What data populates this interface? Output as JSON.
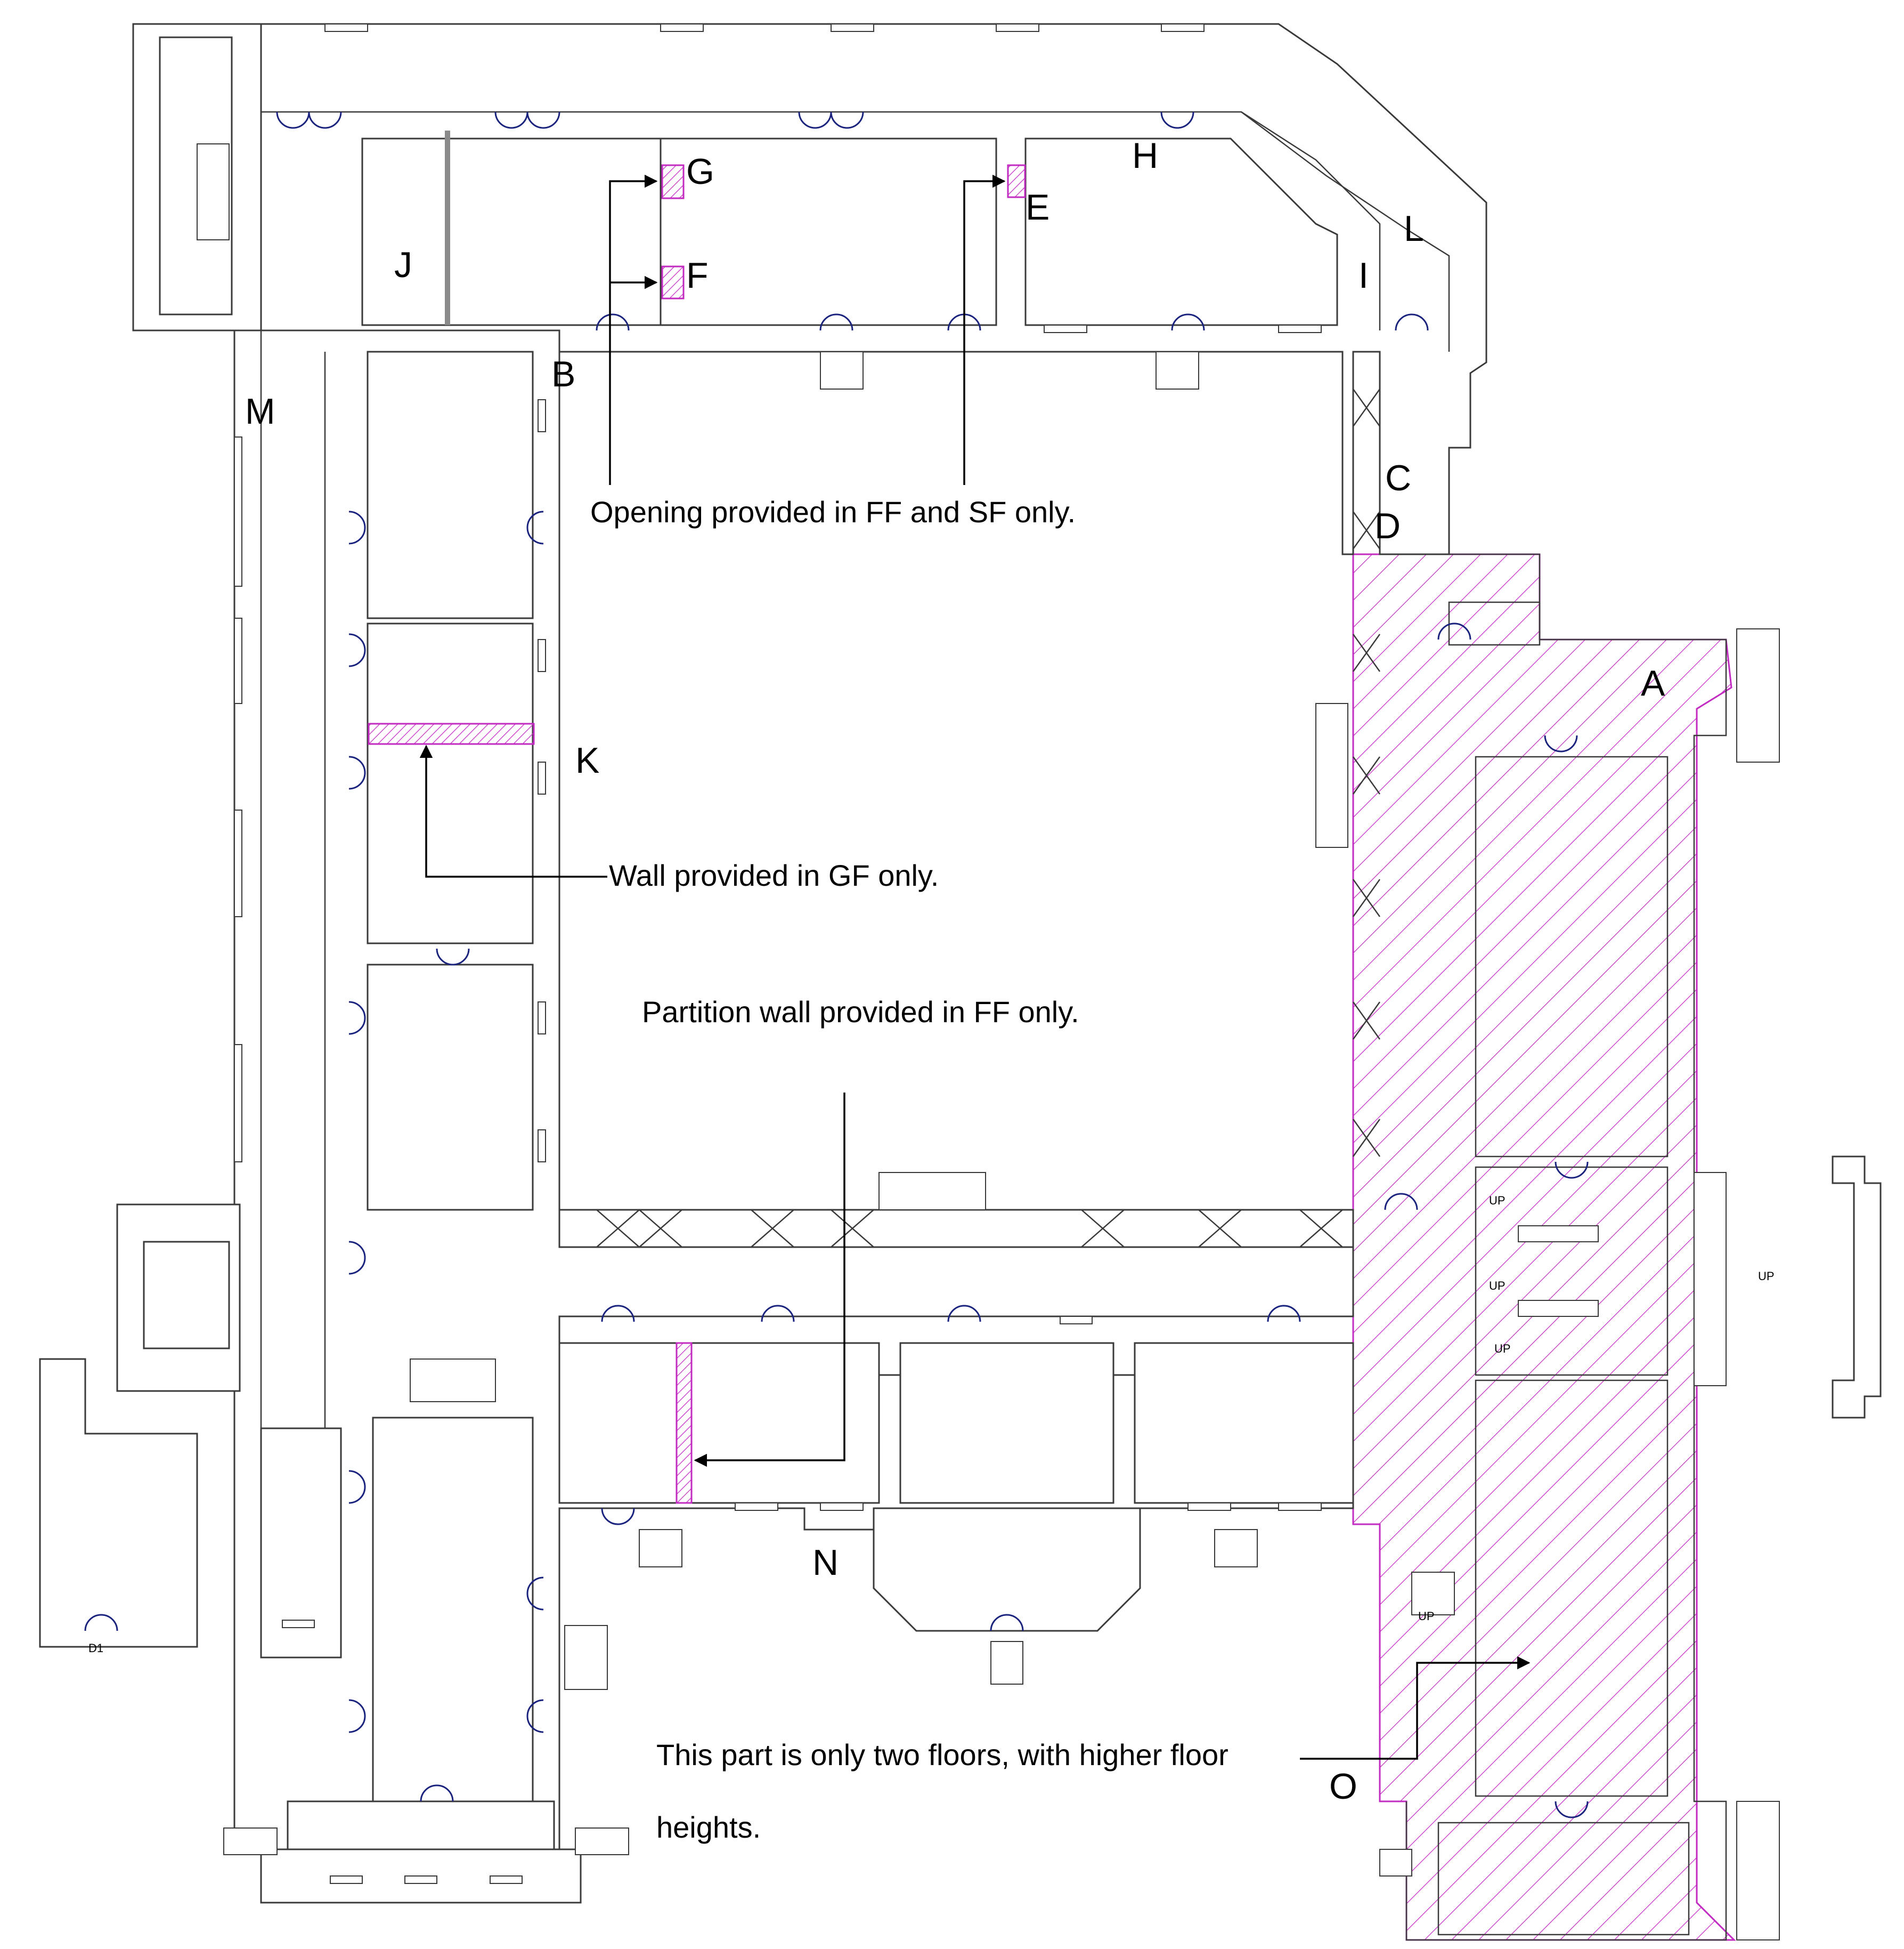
{
  "colors": {
    "wall": "#3a3a3a",
    "door": "#1a237e",
    "highlight": "#c22ac2",
    "text": "#000000"
  },
  "labels": {
    "A": "A",
    "B": "B",
    "C": "C",
    "D": "D",
    "E": "E",
    "F": "F",
    "G": "G",
    "H": "H",
    "I": "I",
    "J": "J",
    "K": "K",
    "L": "L",
    "M": "M",
    "N": "N",
    "O": "O"
  },
  "notes": {
    "opening": "Opening provided in FF and SF only.",
    "wall_gf": "Wall provided in GF only.",
    "partition_ff": "Partition wall provided in FF only.",
    "two_floors_line1": "This part is only two floors, with higher floor",
    "two_floors_line2": "heights."
  },
  "stair_marks": {
    "up1": "UP",
    "up2": "UP",
    "up3": "UP",
    "up4": "UP",
    "up5": "UP"
  },
  "door_tag": "D1"
}
